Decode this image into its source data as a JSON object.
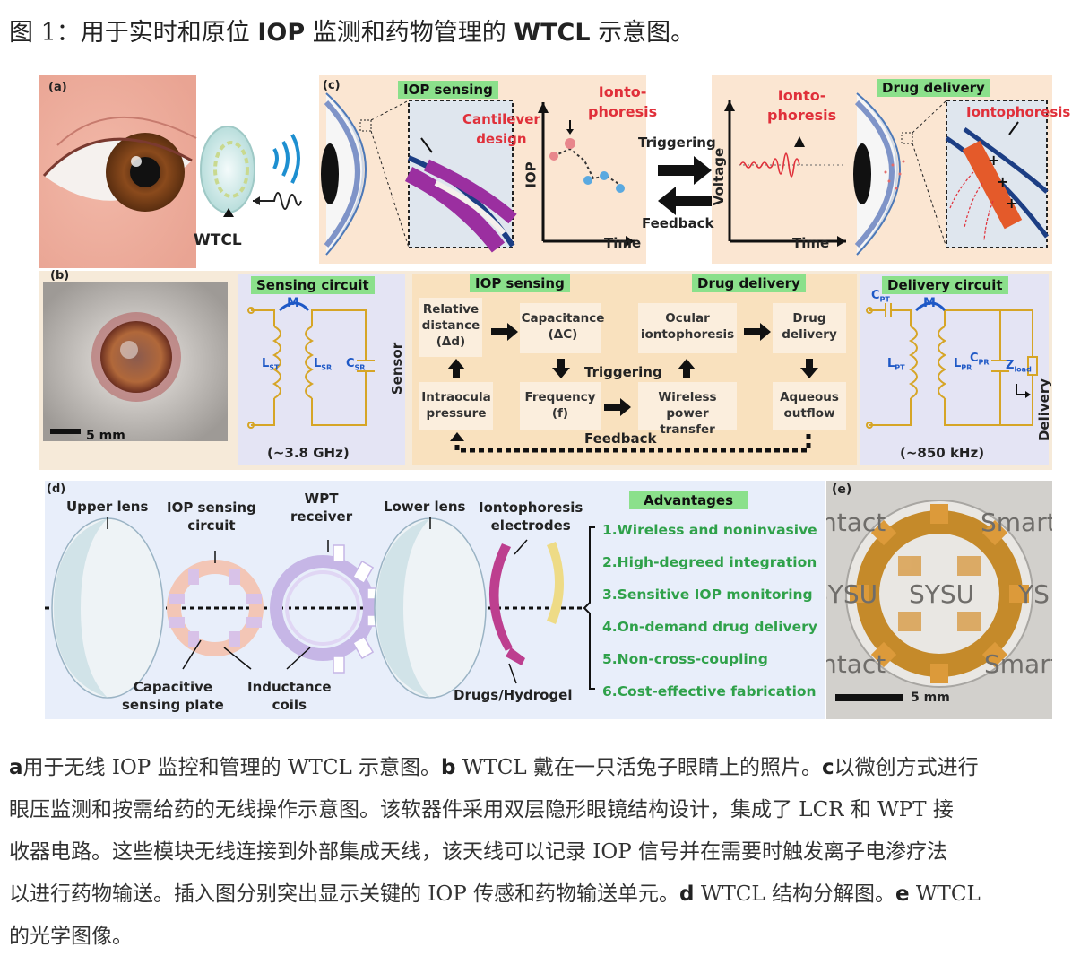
{
  "caption": {
    "label": "图 1：",
    "prefix": "用于实时和原位 ",
    "iop": "IOP",
    "mid": " 监测和药物管理的 ",
    "wtcl": "WTCL",
    "suffix": " 示意图。"
  },
  "panel_a": {
    "tag": "(a)",
    "device_label": "WTCL"
  },
  "panel_c": {
    "tag": "(c)",
    "iop_sensing": "IOP sensing",
    "cantilever": [
      "Cantilever",
      "design"
    ],
    "iontophoresis_left": [
      "Ionto-",
      "phoresis"
    ],
    "iop_axis": "IOP",
    "time_axis": "Time",
    "triggering": "Triggering",
    "feedback": "Feedback",
    "iontophoresis_right": [
      "Ionto-",
      "phoresis"
    ],
    "voltage_axis": "Voltage",
    "time_axis_right": "Time",
    "drug_delivery": "Drug delivery",
    "iontophoresis_inset": "Iontophoresis"
  },
  "panel_b": {
    "tag": "(b)",
    "scale": "5 mm",
    "sensing_circuit": "Sensing circuit",
    "m_label": "M",
    "lst": "L",
    "lst_sub": "ST",
    "lsr": "L",
    "lsr_sub": "SR",
    "csr": "C",
    "csr_sub": "SR",
    "sensor": "Sensor",
    "freq_left": "(~3.8 GHz)",
    "iop_sensing_header": "IOP sensing",
    "drug_delivery_header": "Drug delivery",
    "box_rel_distance": [
      "Relative",
      "distance",
      "(Δd)"
    ],
    "box_capacitance": [
      "Capacitance",
      "(ΔC)"
    ],
    "box_intraocular": [
      "Intraocula",
      "pressure"
    ],
    "box_frequency": [
      "Frequency",
      "(f)"
    ],
    "box_ocular": [
      "Ocular",
      "iontophoresis"
    ],
    "box_drug": [
      "Drug",
      "delivery"
    ],
    "box_wireless": [
      "Wireless",
      "power transfer"
    ],
    "box_aqueous": [
      "Aqueous",
      "outflow"
    ],
    "triggering": "Triggering",
    "feedback": "Feedback",
    "delivery_circuit": "Delivery circuit",
    "cpt": "C",
    "cpt_sub": "PT",
    "lpt": "L",
    "lpt_sub": "PT",
    "lpr": "L",
    "lpr_sub": "PR",
    "cpr": "C",
    "cpr_sub": "PR",
    "zload": "Z",
    "zload_sub": "load",
    "delivery": "Delivery",
    "freq_right": "(~850 kHz)"
  },
  "panel_d": {
    "tag": "(d)",
    "upper_lens": "Upper lens",
    "iop_circuit": [
      "IOP sensing",
      "circuit"
    ],
    "wpt": [
      "WPT",
      "receiver"
    ],
    "lower_lens": "Lower lens",
    "electrodes": [
      "Iontophoresis",
      "electrodes"
    ],
    "capacitive": [
      "Capacitive",
      "sensing plate"
    ],
    "inductance": [
      "Inductance",
      "coils"
    ],
    "drugs": "Drugs/Hydrogel",
    "advantages_title": "Advantages",
    "advantages": [
      "1.Wireless and noninvasive",
      "2.High-degreed integration",
      "3.Sensitive IOP monitoring",
      "4.On-demand drug delivery",
      "5.Non-cross-coupling",
      "6.Cost-effective fabrication"
    ]
  },
  "panel_e": {
    "tag": "(e)",
    "scale": "5 mm",
    "bg_words": [
      "ntact",
      "Smart",
      "SYSU",
      "SYSU",
      "YS",
      "ntact",
      "Smart"
    ]
  },
  "body": {
    "line1": [
      {
        "b": "a"
      },
      {
        "t": "用于无线 IOP 监控和管理的 WTCL 示意图。"
      },
      {
        "b": "b"
      },
      {
        "t": " WTCL 戴在一只活兔子眼睛上的照片。"
      },
      {
        "b": "c"
      },
      {
        "t": "以微创方式进行"
      }
    ],
    "line2": "眼压监测和按需给药的无线操作示意图。该软器件采用双层隐形眼镜结构设计，集成了 LCR 和 WPT 接",
    "line3": "收器电路。这些模块无线连接到外部集成天线，该天线可以记录 IOP 信号并在需要时触发离子电渗疗法",
    "line4": [
      {
        "t": "以进行药物输送。插入图分别突出显示关键的 IOP 传感和药物输送单元。"
      },
      {
        "b": "d"
      },
      {
        "t": " WTCL 结构分解图。"
      },
      {
        "b": "e"
      },
      {
        "t": " WTCL"
      }
    ],
    "line5": "的光学图像。"
  }
}
